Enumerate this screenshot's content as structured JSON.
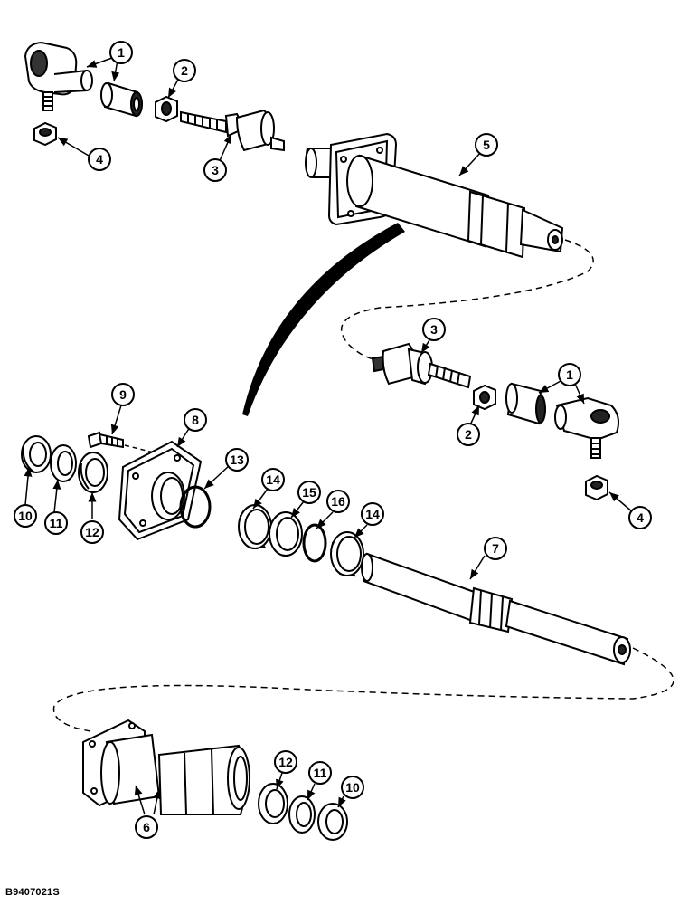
{
  "diagram": {
    "callouts": {
      "c1a": "1",
      "c2a": "2",
      "c3a": "3",
      "c4a": "4",
      "c5": "5",
      "c3b": "3",
      "c1b": "1",
      "c2b": "2",
      "c4b": "4",
      "c9": "9",
      "c8": "8",
      "c13": "13",
      "c10a": "10",
      "c11a": "11",
      "c12a": "12",
      "c14a": "14",
      "c15": "15",
      "c16": "16",
      "c14b": "14",
      "c7": "7",
      "c12b": "12",
      "c11b": "11",
      "c10b": "10",
      "c6": "6"
    },
    "figure_code": "B9407021S"
  }
}
